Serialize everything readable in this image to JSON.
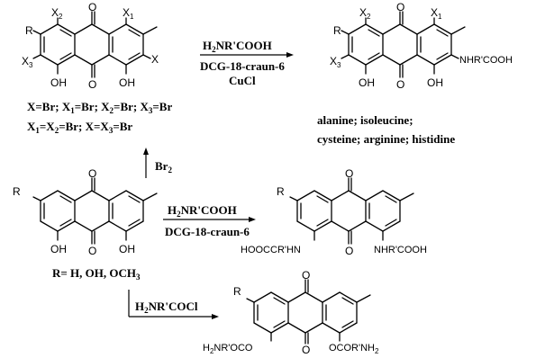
{
  "top_left": {
    "X2": "X",
    "X2_sub": "2",
    "X1": "X",
    "X1_sub": "1",
    "X3": "X",
    "X3_sub": "3",
    "R": "R",
    "X": "X",
    "O_top": "O",
    "O_mid": "O",
    "OH_left": "OH",
    "OH_right": "OH"
  },
  "top_left_labels": {
    "line1": {
      "X": "X",
      "eq1": "=Br; X",
      "s1": "1",
      "eq2": "=Br; X",
      "s2": "2",
      "eq3": "=Br; X",
      "s3": "3",
      "eq4": "=Br"
    },
    "line2": {
      "X": "X",
      "s1": "1",
      "eq1": "=X",
      "s2": "2",
      "eq2": "=Br; X=X",
      "s3": "3",
      "eq3": "=Br"
    }
  },
  "reaction1": {
    "reagent_h": "H",
    "reagent_sub": "2",
    "reagent_rest": "NR'COOH",
    "catalyst": "DCG-18-craun-6",
    "salt": "CuCl"
  },
  "top_right": {
    "X2": "X",
    "X2_sub": "2",
    "X1": "X",
    "X1_sub": "1",
    "X3": "X",
    "X3_sub": "3",
    "R": "R",
    "O_top": "O",
    "O_mid": "O",
    "OH_left": "OH",
    "OH_right": "OH",
    "substituent": "NHR'COOH"
  },
  "amino_acids": {
    "line1": "alanine; isoleucine;",
    "line2": "cysteine; arginine; histidine"
  },
  "bromination": {
    "reagent": "Br",
    "sub": "2"
  },
  "mid_left": {
    "R": "R",
    "O_top": "O",
    "O_mid": "O",
    "OH_left": "OH",
    "OH_right": "OH",
    "r_def": "R= H, OH, OCH",
    "r_def_sub": "3"
  },
  "reaction2": {
    "reagent_h": "H",
    "reagent_sub": "2",
    "reagent_rest": "NR'COOH",
    "catalyst": "DCG-18-craun-6"
  },
  "mid_right": {
    "R": "R",
    "O_top": "O",
    "O_mid": "O",
    "left_sub": "HOOCCR'HN",
    "right_sub": "NHR'COOH"
  },
  "reaction3": {
    "reagent_h": "H",
    "reagent_sub": "2",
    "reagent_rest": "NR'COCl"
  },
  "bottom": {
    "R": "R",
    "O_top": "O",
    "O_mid": "O",
    "left_sub_a": "H",
    "left_sub_sub": "2",
    "left_sub_b": "NR'OCO",
    "right_sub_a": "OCOR'NH",
    "right_sub_sub": "2"
  }
}
